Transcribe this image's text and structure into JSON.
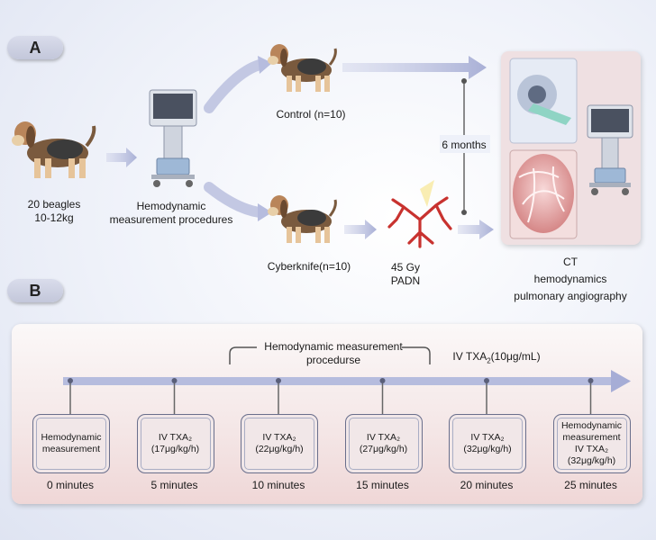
{
  "panel_a": {
    "badge": "A",
    "beagles": {
      "line1": "20 beagles",
      "line2": "10-12kg"
    },
    "procedure": {
      "line1": "Hemodynamic",
      "line2": "measurement procedures"
    },
    "control": "Control (n=10)",
    "cyberknife": "Cyberknife(n=10)",
    "treatment": {
      "line1": "45 Gy",
      "line2": "PADN"
    },
    "interval": "6 months",
    "outcomes": {
      "line1": "CT",
      "line2": "hemodynamics",
      "line3": "pulmonary angiography"
    }
  },
  "panel_b": {
    "badge": "B",
    "bracket_label": {
      "line1": "Hemodynamic measurement",
      "line2": "procedurse"
    },
    "infusion": {
      "prefix": "IV TXA",
      "sub": "2",
      "suffix": "(10μg/mL)"
    },
    "steps": [
      {
        "line1": "Hemodynamic",
        "line2": "measurement",
        "line3": "",
        "time": "0 minutes"
      },
      {
        "line1": "IV TXA₂",
        "line2": "(17μg/kg/h)",
        "line3": "",
        "time": "5 minutes"
      },
      {
        "line1": "IV TXA₂",
        "line2": "(22μg/kg/h)",
        "line3": "",
        "time": "10 minutes"
      },
      {
        "line1": "IV TXA₂",
        "line2": "(27μg/kg/h)",
        "line3": "",
        "time": "15 minutes"
      },
      {
        "line1": "IV TXA₂",
        "line2": "(32μg/kg/h)",
        "line3": "",
        "time": "20 minutes"
      },
      {
        "line1": "Hemodynamic measurement",
        "line2": "IV TXA₂",
        "line3": "(32μg/kg/h)",
        "time": "25 minutes"
      }
    ]
  }
}
